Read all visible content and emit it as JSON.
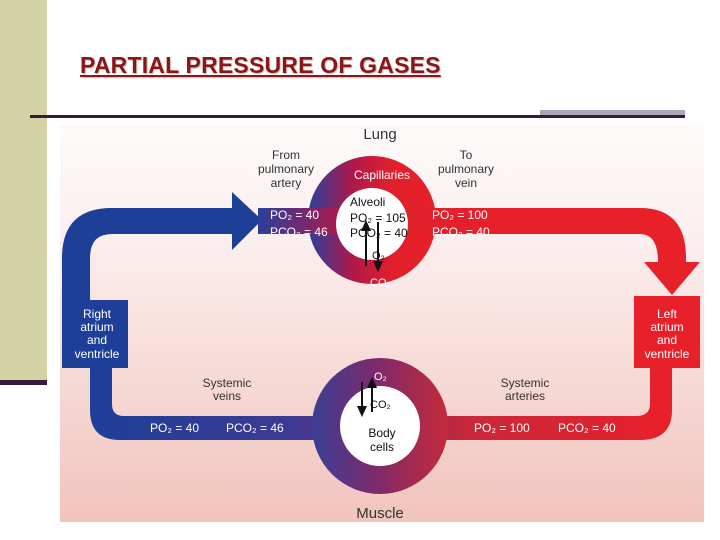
{
  "slide": {
    "title": "PARTIAL PRESSURE OF GASES"
  },
  "diagram": {
    "lung_label": "Lung",
    "muscle_label": "Muscle",
    "from_pulmonary_artery": [
      "From",
      "pulmonary",
      "artery"
    ],
    "to_pulmonary_vein": [
      "To",
      "pulmonary",
      "vein"
    ],
    "capillaries": "Capillaries",
    "alveoli": {
      "label": "Alveoli",
      "po2": "PO₂ = 105",
      "pco2": "PCO₂ = 40"
    },
    "lung_in": {
      "po2": "PO₂ = 40",
      "pco2": "PCO₂ = 46"
    },
    "lung_out": {
      "po2": "PO₂ = 100",
      "pco2": "PCO₂ = 40"
    },
    "lung_o2": "O₂",
    "lung_co2": "CO₂",
    "right_heart": [
      "Right",
      "atrium",
      "and",
      "ventricle"
    ],
    "left_heart": [
      "Left",
      "atrium",
      "and",
      "ventricle"
    ],
    "systemic_veins": [
      "Systemic",
      "veins"
    ],
    "systemic_arteries": [
      "Systemic",
      "arteries"
    ],
    "veins_po2": "PO₂ = 40",
    "veins_pco2": "PCO₂ = 46",
    "arteries_po2": "PO₂ = 100",
    "arteries_pco2": "PCO₂ = 40",
    "muscle_o2": "O₂",
    "muscle_co2": "CO₂",
    "body_cells": [
      "Body",
      "cells"
    ],
    "colors": {
      "venous": "#1e3f98",
      "arterial": "#e8202a",
      "mixed": "#7a2a6e",
      "title": "#8a1616"
    }
  }
}
